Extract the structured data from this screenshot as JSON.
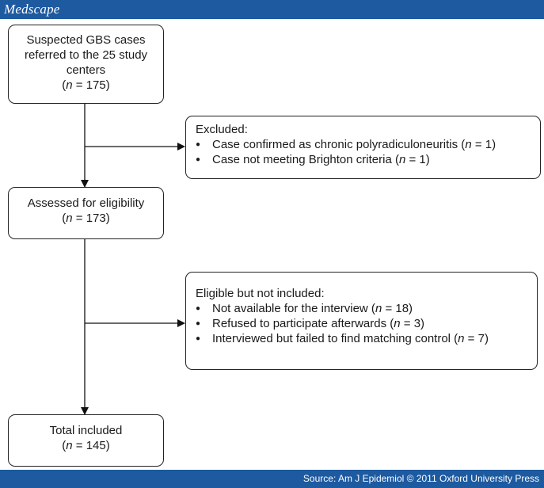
{
  "header": {
    "brand": "Medscape"
  },
  "footer": {
    "source": "Source: Am J Epidemiol © 2011 Oxford University Press"
  },
  "flow": {
    "box1": {
      "lines": [
        "Suspected GBS cases",
        "referred to the 25 study",
        "centers"
      ],
      "n_prefix": "(",
      "n_var": "n",
      "n_value": " = 175)"
    },
    "excluded": {
      "title": "Excluded:",
      "items": [
        {
          "text": "Case confirmed as chronic polyradiculoneuritis (",
          "n_var": "n",
          "n_value": " = 1)"
        },
        {
          "text": "Case not meeting Brighton criteria (",
          "n_var": "n",
          "n_value": " = 1)"
        }
      ]
    },
    "box2": {
      "lines": [
        "Assessed for eligibility"
      ],
      "n_prefix": "(",
      "n_var": "n",
      "n_value": " = 173)"
    },
    "not_included": {
      "title": "Eligible but not included:",
      "items": [
        {
          "text": "Not available for the interview (",
          "n_var": "n",
          "n_value": " = 18)"
        },
        {
          "text": "Refused to participate afterwards (",
          "n_var": "n",
          "n_value": " = 3)"
        },
        {
          "text": "Interviewed but failed to find matching control (",
          "n_var": "n",
          "n_value": " = 7)"
        }
      ]
    },
    "box3": {
      "lines": [
        "Total included"
      ],
      "n_prefix": "(",
      "n_var": "n",
      "n_value": " = 145)"
    }
  }
}
